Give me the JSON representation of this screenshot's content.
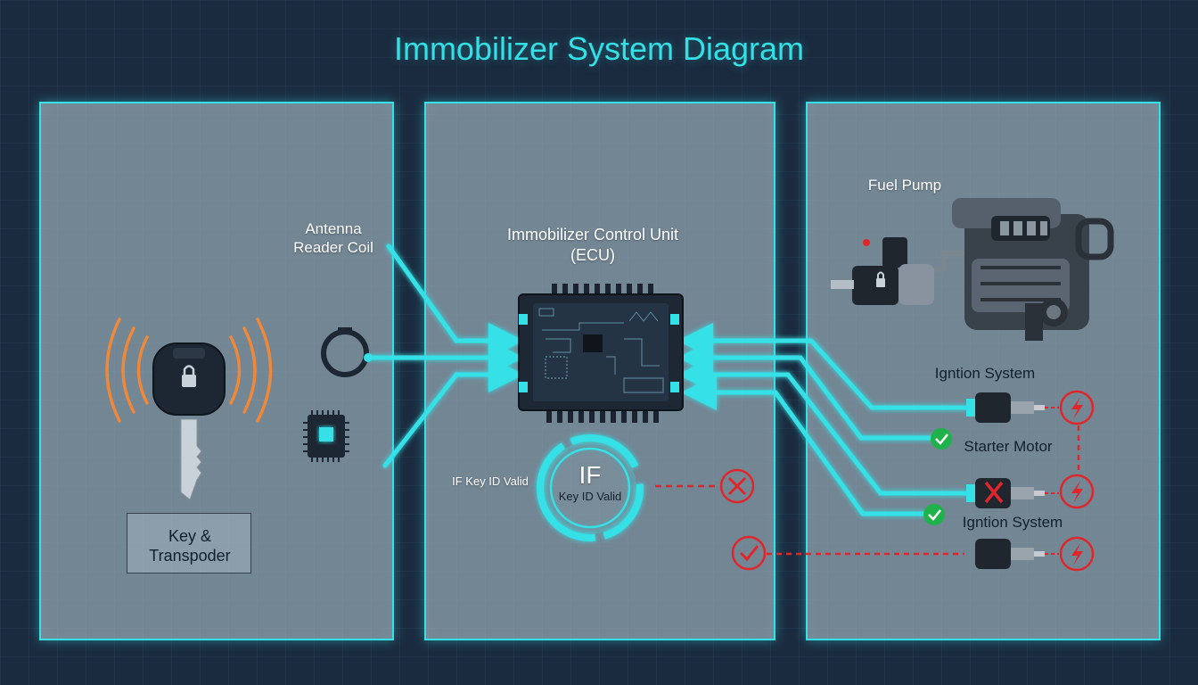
{
  "title": "Immobilizer System Diagram",
  "labels": {
    "antenna_line1": "Antenna",
    "antenna_line2": "Reader Coil",
    "key_line1": "Key &",
    "key_line2": "Transpoder",
    "ecu_line1": "Immobilizer Control Unit",
    "ecu_line2": "(ECU)",
    "if_big": "IF",
    "if_sub": "Key ID Valid",
    "if_side": "IF Key ID Valid",
    "fuel_pump": "Fuel Pump",
    "ignition_top": "Igntion System",
    "starter_motor": "Starter Motor",
    "ignition_bottom": "Igntion System"
  },
  "colors": {
    "accent": "#35e0e6",
    "background": "#1b2b3f",
    "panel": "#a9bcc6",
    "rf_waves": "#f0883a",
    "deny": "#e0262b",
    "ok": "#1fb24a"
  },
  "icons": {
    "key": "car-key-with-lock-icon",
    "waves": "rf-signal-waves-icon",
    "coil": "antenna-coil-icon",
    "chip": "transponder-chip-icon",
    "ecu": "ecu-module-icon",
    "engine": "engine-icon",
    "injector": "injector-icon",
    "lightning": "lightning-bolt-icon",
    "check": "checkmark-icon",
    "cross": "x-mark-icon"
  }
}
